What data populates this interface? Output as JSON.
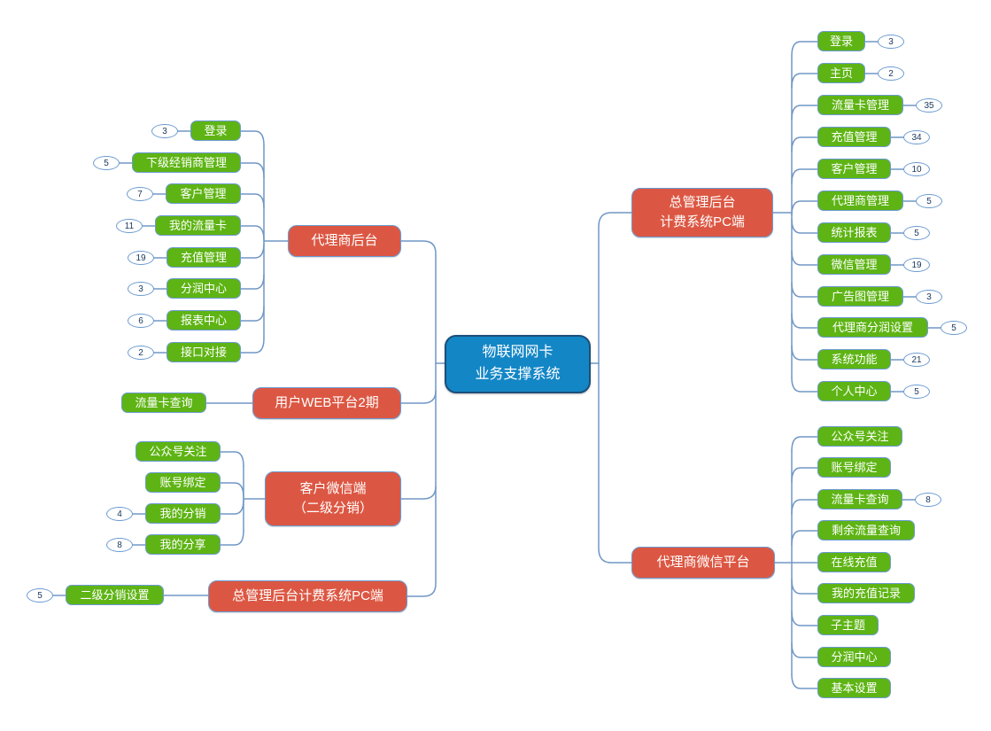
{
  "root": {
    "lines": [
      "物联网网卡",
      "业务支撑系统"
    ]
  },
  "branches": [
    {
      "id": "agent-backend",
      "lines": [
        "代理商后台"
      ],
      "children": [
        {
          "label": "登录",
          "count": "3"
        },
        {
          "label": "下级经销商管理",
          "count": "5"
        },
        {
          "label": "客户管理",
          "count": "7"
        },
        {
          "label": "我的流量卡",
          "count": "11"
        },
        {
          "label": "充值管理",
          "count": "19"
        },
        {
          "label": "分润中心",
          "count": "3"
        },
        {
          "label": "报表中心",
          "count": "6"
        },
        {
          "label": "接口对接",
          "count": "2"
        }
      ]
    },
    {
      "id": "user-web",
      "lines": [
        "用户WEB平台2期"
      ],
      "children": [
        {
          "label": "流量卡查询"
        }
      ]
    },
    {
      "id": "customer-wechat",
      "lines": [
        "客户微信端",
        "（二级分销）"
      ],
      "children": [
        {
          "label": "公众号关注"
        },
        {
          "label": "账号绑定"
        },
        {
          "label": "我的分销",
          "count": "4"
        },
        {
          "label": "我的分享",
          "count": "8"
        }
      ]
    },
    {
      "id": "admin-pc2",
      "lines": [
        "总管理后台计费系统PC端"
      ],
      "children": [
        {
          "label": "二级分销设置",
          "count": "5"
        }
      ]
    },
    {
      "id": "admin-pc",
      "lines": [
        "总管理后台",
        "计费系统PC端"
      ],
      "children": [
        {
          "label": "登录",
          "count": "3"
        },
        {
          "label": "主页",
          "count": "2"
        },
        {
          "label": "流量卡管理",
          "count": "35"
        },
        {
          "label": "充值管理",
          "count": "34"
        },
        {
          "label": "客户管理",
          "count": "10"
        },
        {
          "label": "代理商管理",
          "count": "5"
        },
        {
          "label": "统计报表",
          "count": "5"
        },
        {
          "label": "微信管理",
          "count": "19"
        },
        {
          "label": "广告图管理",
          "count": "3"
        },
        {
          "label": "代理商分润设置",
          "count": "5"
        },
        {
          "label": "系统功能",
          "count": "21"
        },
        {
          "label": "个人中心",
          "count": "5"
        }
      ]
    },
    {
      "id": "agent-wechat",
      "lines": [
        "代理商微信平台"
      ],
      "children": [
        {
          "label": "公众号关注"
        },
        {
          "label": "账号绑定"
        },
        {
          "label": "流量卡查询",
          "count": "8"
        },
        {
          "label": "剩余流量查询"
        },
        {
          "label": "在线充值"
        },
        {
          "label": "我的充值记录"
        },
        {
          "label": "子主题"
        },
        {
          "label": "分润中心"
        },
        {
          "label": "基本设置"
        }
      ]
    }
  ],
  "colors": {
    "root_fill": "#1386c6",
    "root_border": "#1d4f79",
    "branch_fill": "#dc5743",
    "leaf_fill": "#5eb414",
    "node_border": "#6b9bd2",
    "connector": "#7097c5",
    "badge_text": "#17365c"
  }
}
